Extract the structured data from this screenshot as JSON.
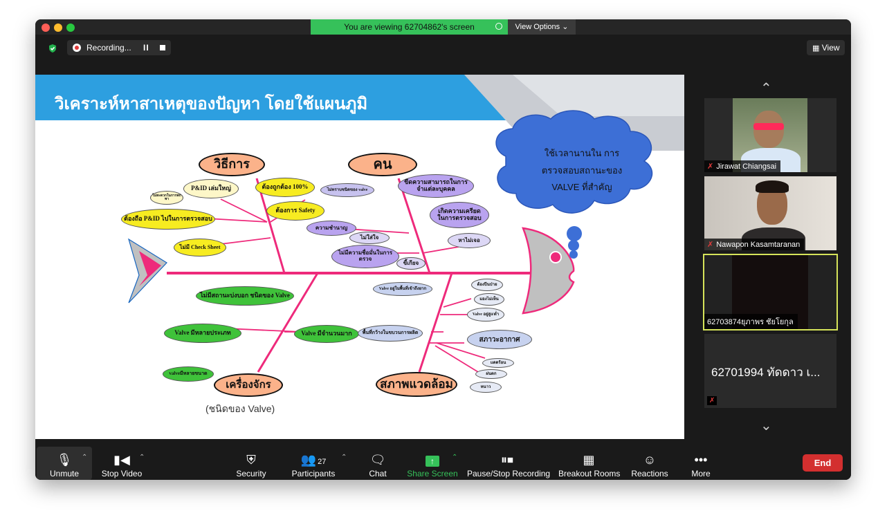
{
  "share_banner": {
    "text": "You are viewing 62704862's screen",
    "view_options": "View Options"
  },
  "recording": {
    "label": "Recording..."
  },
  "view_button": {
    "label": "View"
  },
  "slide": {
    "title": "วิเคราะห์หาสาเหตุของปัญหา โดยใช้แผนภูมิ",
    "cloud_text_1": "ใช้เวลานานใน      การ",
    "cloud_text_2": "ตรวจสอบสถานะของ",
    "cloud_text_3": "VALVE ที่สำคัญ",
    "bones": {
      "method": "วิธีการ",
      "people": "คน",
      "machine": "เครื่องจักร",
      "environment": "สภาพแวดล้อม"
    },
    "caption": "(ชนิดของ Valve)",
    "causes": {
      "pid_large": "P&ID เล่มใหญ่",
      "must_be_right": "ต้องถูกต้อง 100%",
      "not_convenient": "ไม่สะดวกในการพกพา",
      "must_hold_pid": "ต้องถือ P&ID ไปในการตรวจสอบ",
      "need_safety": "ต้องการ Safety",
      "no_check_sheet": "ไม่มี Check Sheet",
      "dont_know_valve": "ไม่ทราบชนิดของ valve",
      "skill_differs": "ขีดความสามารถในการจำแต่ละบุคคล",
      "stress": "เกิดความเครียดในการตรวจสอบ",
      "expertise": "ความชำนาญ",
      "careless": "ไม่ใส่ใจ",
      "cant_find": "หาไม่เจอ",
      "unsure": "ไม่มีความชื่อมั่นในการตรวจ",
      "lazy": "ขี้เกียจ",
      "no_status_sign": "ไม่มีสถานะบ่งบอก ชนิดของ Valve",
      "valve_many_types": "Valve มีหลายประเภท",
      "valve_many": "Valve มีจำนวนมาก",
      "valve_sizes": "valveมีหลายขนาด",
      "valve_hard_reach": "Valve อยู่ในพื้นที่เข้าถึงยาก",
      "climb": "ต้องปีนป่าย",
      "cant_see": "มองไม่เห็น",
      "valve_low": "Valve อยู่สูง/ต่ำ",
      "area_in_process": "พื้นที่กว้างในขบวนการผลิต",
      "weather": "สภาวะอากาศ",
      "hot": "แดดร้อน",
      "rain": "ฝนตก",
      "cold": "หนาว"
    }
  },
  "participants": [
    {
      "name": "Jirawat Chiangsai"
    },
    {
      "name": "Nawapon Kasamtaranan"
    },
    {
      "name": "62703874ยุภาพร ชัยโยกุล"
    },
    {
      "name": "62701994 ทัดดาว เ...",
      "display": "62701994 ทัดดาว เ..."
    }
  ],
  "toolbar": {
    "unmute": "Unmute",
    "stop_video": "Stop Video",
    "security": "Security",
    "participants": "Participants",
    "participants_count": "27",
    "chat": "Chat",
    "share_screen": "Share Screen",
    "pause_recording": "Pause/Stop Recording",
    "breakout": "Breakout Rooms",
    "reactions": "Reactions",
    "more": "More",
    "end": "End"
  },
  "colors": {
    "share_green": "#36c15a",
    "end_red": "#d32f2f",
    "slide_blue": "#2d9fe0",
    "fish_line": "#ee2a7b",
    "active_tile_border": "#d6e45a"
  }
}
